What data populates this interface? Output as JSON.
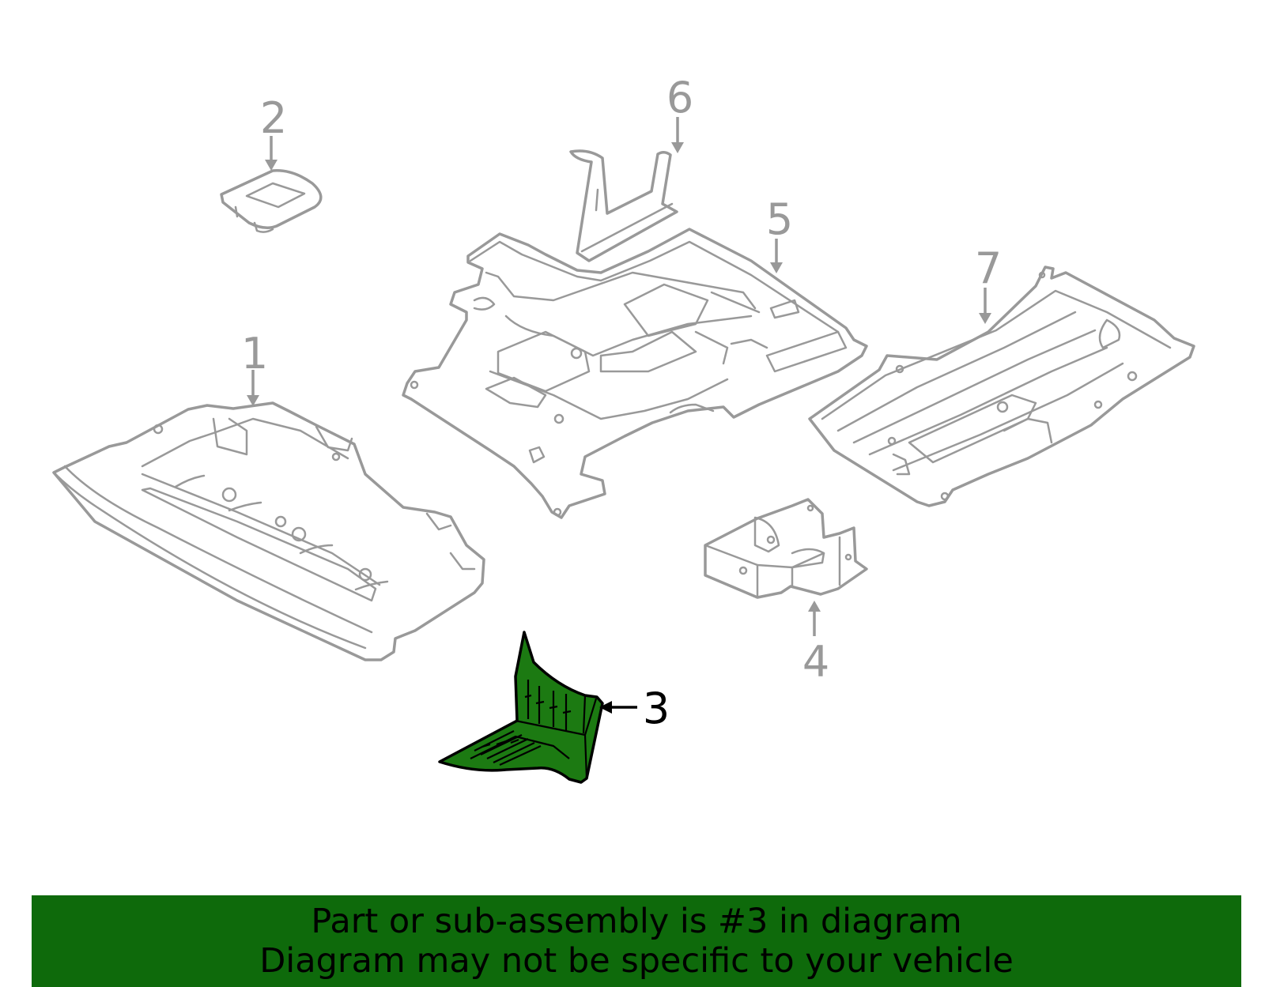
{
  "diagram": {
    "highlight_color": "#1c7a12",
    "line_color": "#999999",
    "highlighted_part": "3",
    "callouts": [
      {
        "id": "1",
        "label": "1"
      },
      {
        "id": "2",
        "label": "2"
      },
      {
        "id": "3",
        "label": "3"
      },
      {
        "id": "4",
        "label": "4"
      },
      {
        "id": "5",
        "label": "5"
      },
      {
        "id": "6",
        "label": "6"
      },
      {
        "id": "7",
        "label": "7"
      }
    ]
  },
  "banner": {
    "background": "#0e6a0b",
    "line1": "Part or sub-assembly is #3 in diagram",
    "line2": "Diagram may not be specific to your vehicle"
  }
}
